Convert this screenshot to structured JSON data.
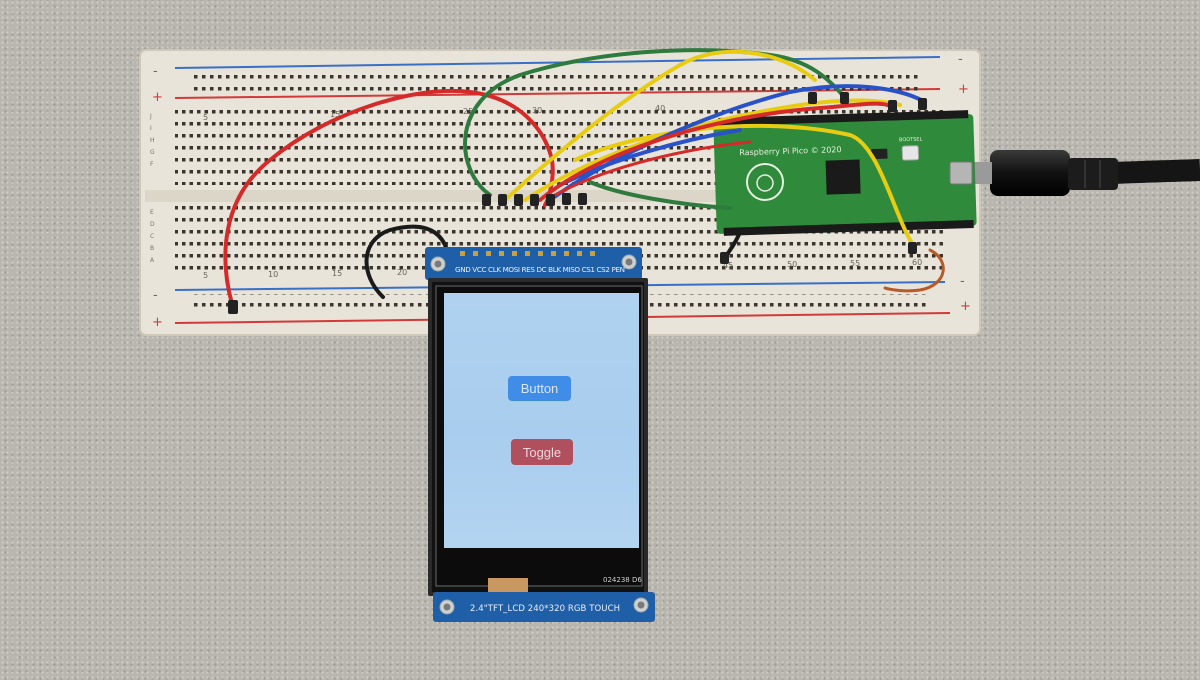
{
  "scene": {
    "colors": {
      "surface": "#b8b6ae",
      "breadboard": "#e9e4d9",
      "rail_red": "#d23a3a",
      "rail_blue": "#3a6fc8",
      "pcb_blue": "#1f5fa8",
      "pico_green": "#2f8a3c",
      "screen_bg": "#aecfef"
    },
    "breadboard": {
      "column_numbers": [
        "5",
        "10",
        "15",
        "20",
        "25",
        "30",
        "35",
        "40",
        "45",
        "50",
        "55",
        "60"
      ],
      "row_letters_top": [
        "J",
        "I",
        "H",
        "G",
        "F"
      ],
      "row_letters_bottom": [
        "E",
        "D",
        "C",
        "B",
        "A"
      ],
      "rail_symbols": [
        "-",
        "+"
      ]
    },
    "pico": {
      "silkscreen": "Raspberry Pi Pico © 2020",
      "bootsel_label": "BOOTSEL"
    },
    "lcd_module": {
      "pin_labels": "GND VCC CLK MOSI RES DC BLK MISO CS1 CS2 PEN",
      "bottom_label": "2.4\"TFT_LCD 240*320 RGB TOUCH",
      "serial": "024238 D6"
    },
    "screen_ui": {
      "button_label": "Button",
      "toggle_label": "Toggle",
      "button_color": "#3f8de6",
      "toggle_color": "#b0505e"
    },
    "wire_colors": [
      "#d42a2a",
      "#2f7a3e",
      "#e8cc12",
      "#2a52c8",
      "#1a1a1a",
      "#b85a28"
    ]
  }
}
